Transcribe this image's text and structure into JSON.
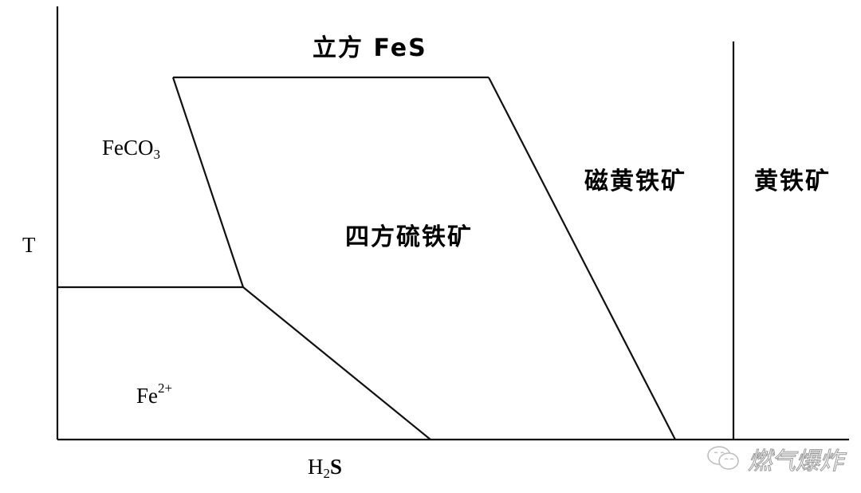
{
  "diagram": {
    "type": "phase diagram",
    "axes": {
      "x_label": "H2S",
      "x_label_main": "H",
      "x_label_sub": "2",
      "x_label_tail": "S",
      "y_label": "T"
    },
    "regions": {
      "cubic_fes": "立方 FeS",
      "feco3_main": "FeCO",
      "feco3_sub": "3",
      "fe2_main": "Fe",
      "fe2_sup": "2+",
      "mackinawite": "四方硫铁矿",
      "pyrrhotite": "磁黄铁矿",
      "pyrite": "黄铁矿"
    },
    "lines": [
      {
        "name": "y-axis",
        "points": [
          [
            72,
            8
          ],
          [
            72,
            551
          ]
        ]
      },
      {
        "name": "x-axis",
        "points": [
          [
            72,
            551
          ],
          [
            1065,
            551
          ]
        ]
      },
      {
        "name": "cubic-fes-top-boundary",
        "points": [
          [
            217,
            97
          ],
          [
            613,
            97
          ]
        ]
      },
      {
        "name": "feco3-mackinawite-boundary",
        "points": [
          [
            217,
            97
          ],
          [
            305,
            360
          ]
        ]
      },
      {
        "name": "feco3-fe2-boundary",
        "points": [
          [
            72,
            360
          ],
          [
            305,
            360
          ]
        ]
      },
      {
        "name": "fe2-mackinawite-boundary",
        "points": [
          [
            305,
            360
          ],
          [
            540,
            551
          ]
        ]
      },
      {
        "name": "mackinawite-pyrrhotite-boundary",
        "points": [
          [
            613,
            97
          ],
          [
            847,
            551
          ]
        ]
      },
      {
        "name": "pyrrhotite-pyrite-boundary",
        "points": [
          [
            920,
            52
          ],
          [
            920,
            551
          ]
        ]
      }
    ]
  },
  "watermark": {
    "text": "燃气爆炸",
    "icon": "wechat-icon"
  },
  "colors": {
    "line": "#111111",
    "background": "#ffffff"
  }
}
